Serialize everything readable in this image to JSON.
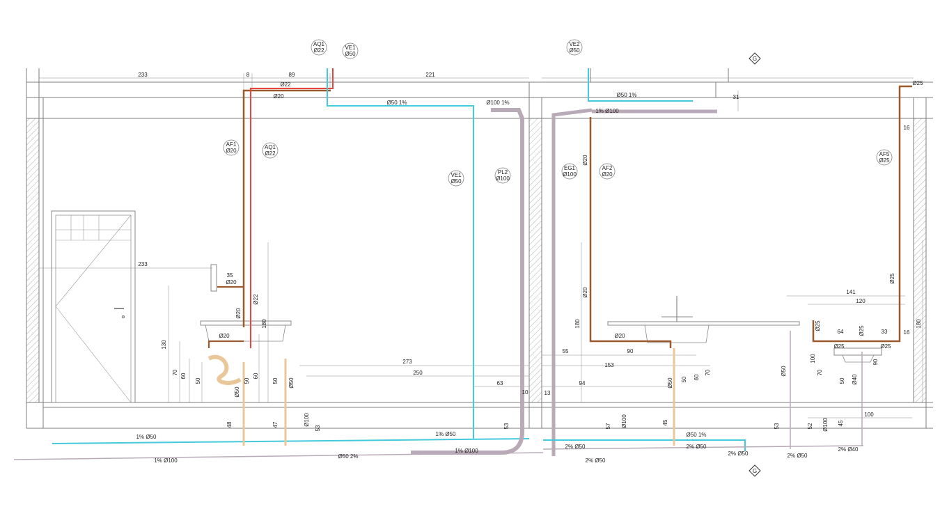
{
  "colors": {
    "cold": "#9a5a2e",
    "hot": "#e8453c",
    "vent": "#45c9dc",
    "soil": "#b9aab8",
    "waste": "#e9c79b",
    "wall": "#7d7d7d",
    "dim": "#8a8a8a"
  },
  "tags": [
    {
      "id": "t1",
      "line1": "AQ1",
      "line2": "Ø22"
    },
    {
      "id": "t2",
      "line1": "VE1",
      "line2": "Ø50"
    },
    {
      "id": "t3",
      "line1": "VE2",
      "line2": "Ø50"
    },
    {
      "id": "t4",
      "line1": "AF1",
      "line2": "Ø20"
    },
    {
      "id": "t5",
      "line1": "AQ1",
      "line2": "Ø22"
    },
    {
      "id": "t6",
      "line1": "VE1",
      "line2": "Ø50"
    },
    {
      "id": "t7",
      "line1": "PL2",
      "line2": "Ø100"
    },
    {
      "id": "t8",
      "line1": "EG1",
      "line2": "Ø100"
    },
    {
      "id": "t9",
      "line1": "AF2",
      "line2": "Ø20"
    },
    {
      "id": "t10",
      "line1": "AF5",
      "line2": "Ø25"
    }
  ],
  "section_marker": "G",
  "labels": [
    "233",
    "8",
    "89",
    "221",
    "Ø22",
    "Ø20",
    "Ø50  1%",
    "Ø100  1%",
    "Ø50  1%",
    "1%  Ø100",
    "31",
    "Ø25",
    "16",
    "233",
    "35",
    "Ø20",
    "Ø20",
    "Ø22",
    "180",
    "130",
    "Ø20",
    "70",
    "60",
    "50",
    "Ø50",
    "50",
    "60",
    "50",
    "Ø50",
    "48",
    "47",
    "Ø100",
    "53",
    "273",
    "250",
    "63",
    "10",
    "13",
    "55",
    "90",
    "153",
    "94",
    "Ø20",
    "Ø20",
    "180",
    "Ø20",
    "Ø50",
    "50",
    "60",
    "70",
    "141",
    "120",
    "Ø25",
    "Ø25",
    "64",
    "Ø25",
    "33",
    "16",
    "180",
    "Ø25",
    "Ø25",
    "100",
    "70",
    "50",
    "Ø40",
    "90",
    "Ø50",
    "100",
    "53",
    "52",
    "Ø100",
    "45",
    "57",
    "Ø100",
    "45",
    "1%  Ø50",
    "1%  Ø100",
    "1%  Ø50",
    "1%  Ø100",
    "Ø50  2%",
    "2%  Ø50",
    "2%  Ø50",
    "2%  Ø50",
    "Ø50  1%",
    "2%  Ø50",
    "2%  Ø50",
    "2%  Ø40",
    "53"
  ]
}
